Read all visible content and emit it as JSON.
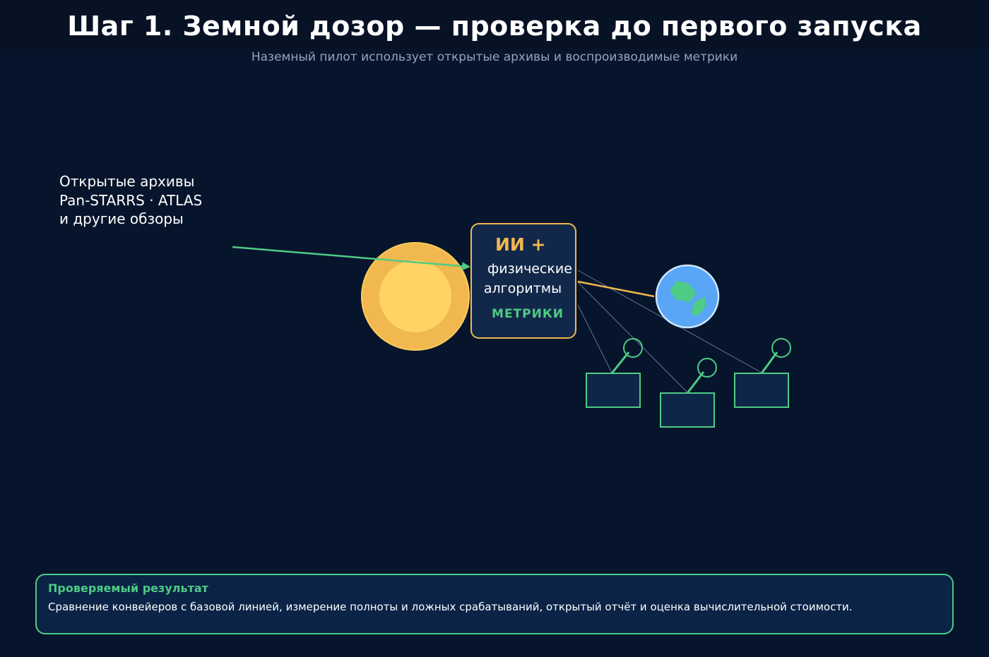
{
  "header": {
    "title": "Шаг 1. Земной дозор — проверка до первого запуска",
    "subtitle": "Наземный пилот использует открытые архивы и воспроизводимые метрики"
  },
  "source": {
    "lines": [
      "Открытые архивы",
      "Pan-STARRS · ATLAS",
      "и другие обзоры"
    ]
  },
  "ai_box": {
    "heading": "ИИ +",
    "line1": "физические",
    "line2": "алгоритмы",
    "metrics": "МЕТРИКИ"
  },
  "result": {
    "title": "Проверяемый результат",
    "text": "Сравнение конвейеров с базовой линией, измерение полноты и ложных срабатываний, открытый отчёт и оценка вычислительной стоимости."
  },
  "colors": {
    "background": "#07152c",
    "accent_gold": "#f0b84f",
    "accent_green": "#4ecb84",
    "earth_blue": "#58a6f5",
    "panel": "#0a2346"
  },
  "icons": {
    "sun": "sun-icon",
    "earth": "earth-icon",
    "telescope": "ground-telescope-icon"
  }
}
